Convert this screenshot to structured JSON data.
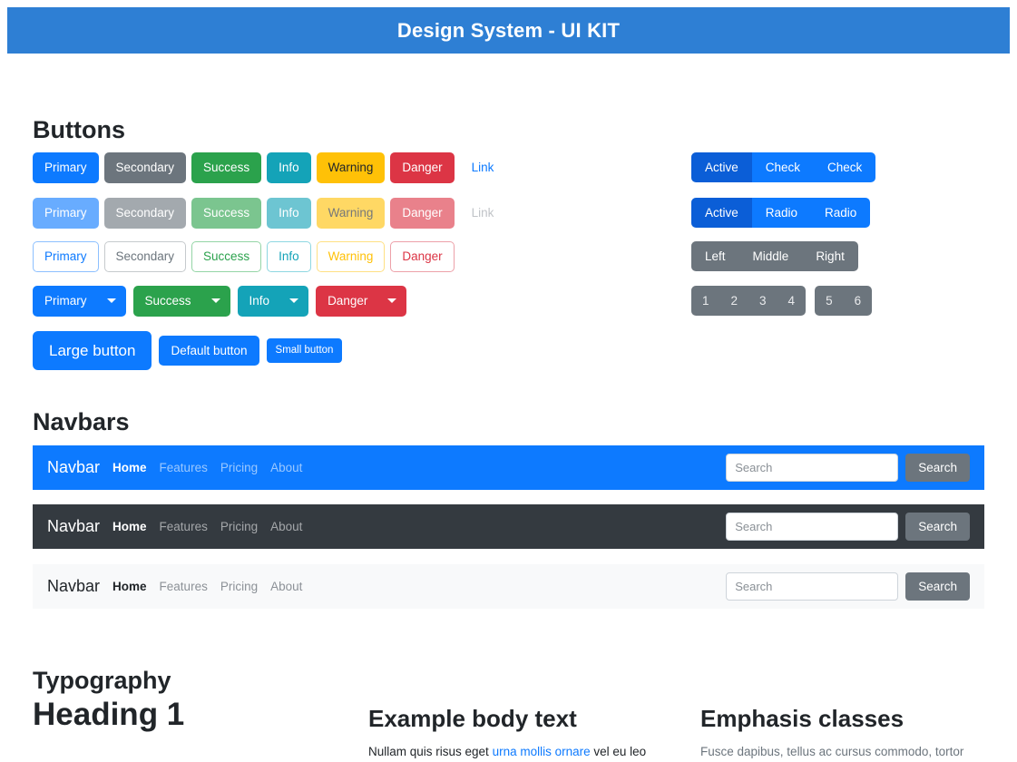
{
  "header": {
    "title": "Design System - UI KIT",
    "bg": "#2e7fd4"
  },
  "buttons": {
    "section_title": "Buttons",
    "solid_row": [
      {
        "label": "Primary",
        "variant": "primary"
      },
      {
        "label": "Secondary",
        "variant": "secondary"
      },
      {
        "label": "Success",
        "variant": "success"
      },
      {
        "label": "Info",
        "variant": "info"
      },
      {
        "label": "Warning",
        "variant": "warning"
      },
      {
        "label": "Danger",
        "variant": "danger"
      },
      {
        "label": "Link",
        "variant": "link"
      }
    ],
    "disabled_row": [
      {
        "label": "Primary",
        "variant": "primary"
      },
      {
        "label": "Secondary",
        "variant": "secondary"
      },
      {
        "label": "Success",
        "variant": "success"
      },
      {
        "label": "Info",
        "variant": "info"
      },
      {
        "label": "Warning",
        "variant": "warning"
      },
      {
        "label": "Danger",
        "variant": "danger"
      },
      {
        "label": "Link",
        "variant": "link"
      }
    ],
    "outline_row": [
      {
        "label": "Primary",
        "variant": "primary"
      },
      {
        "label": "Secondary",
        "variant": "secondary"
      },
      {
        "label": "Success",
        "variant": "success"
      },
      {
        "label": "Info",
        "variant": "info"
      },
      {
        "label": "Warning",
        "variant": "warning"
      },
      {
        "label": "Danger",
        "variant": "danger"
      }
    ],
    "dropdown_row": [
      {
        "label": "Primary",
        "variant": "primary"
      },
      {
        "label": "Success",
        "variant": "success"
      },
      {
        "label": "Info",
        "variant": "info"
      },
      {
        "label": "Danger",
        "variant": "danger"
      }
    ],
    "size_row": [
      {
        "label": "Large button",
        "size": "lg"
      },
      {
        "label": "Default button",
        "size": "md"
      },
      {
        "label": "Small button",
        "size": "sm"
      }
    ],
    "groups": {
      "checkbox_group": [
        {
          "label": "Active",
          "state": "active"
        },
        {
          "label": "Check",
          "state": "normal"
        },
        {
          "label": "Check",
          "state": "normal"
        }
      ],
      "radio_group": [
        {
          "label": "Active",
          "state": "active"
        },
        {
          "label": "Radio",
          "state": "normal"
        },
        {
          "label": "Radio",
          "state": "normal"
        }
      ],
      "position_group": [
        {
          "label": "Left"
        },
        {
          "label": "Middle"
        },
        {
          "label": "Right"
        }
      ],
      "pager_group_a": [
        "1",
        "2",
        "3",
        "4"
      ],
      "pager_group_b": [
        "5",
        "6"
      ]
    },
    "colors": {
      "primary": "#0d7aff",
      "secondary": "#6c757d",
      "success": "#2ba24c",
      "info": "#14a3b8",
      "warning": "#ffc107",
      "danger": "#dc3545",
      "active": "#0b5ed7"
    }
  },
  "navbars": {
    "section_title": "Navbars",
    "items": [
      {
        "theme": "blue",
        "brand": "Navbar",
        "links": [
          {
            "label": "Home",
            "active": true
          },
          {
            "label": "Features",
            "active": false
          },
          {
            "label": "Pricing",
            "active": false
          },
          {
            "label": "About",
            "active": false
          }
        ],
        "search_placeholder": "Search",
        "search_value": "",
        "search_button": "Search"
      },
      {
        "theme": "dark",
        "brand": "Navbar",
        "links": [
          {
            "label": "Home",
            "active": true
          },
          {
            "label": "Features",
            "active": false
          },
          {
            "label": "Pricing",
            "active": false
          },
          {
            "label": "About",
            "active": false
          }
        ],
        "search_placeholder": "Search",
        "search_value": "",
        "search_button": "Search"
      },
      {
        "theme": "light",
        "brand": "Navbar",
        "links": [
          {
            "label": "Home",
            "active": true
          },
          {
            "label": "Features",
            "active": false
          },
          {
            "label": "Pricing",
            "active": false
          },
          {
            "label": "About",
            "active": false
          }
        ],
        "search_placeholder": "Search",
        "search_value": "",
        "search_button": "Search"
      }
    ]
  },
  "typography": {
    "section_title": "Typography",
    "heading1": "Heading 1",
    "body_column": {
      "heading": "Example body text",
      "text_before_link": "Nullam quis risus eget ",
      "link": "urna mollis ornare",
      "text_after_link": " vel eu leo"
    },
    "emphasis_column": {
      "heading": "Emphasis classes",
      "text": "Fusce dapibus, tellus ac cursus commodo, tortor"
    }
  }
}
